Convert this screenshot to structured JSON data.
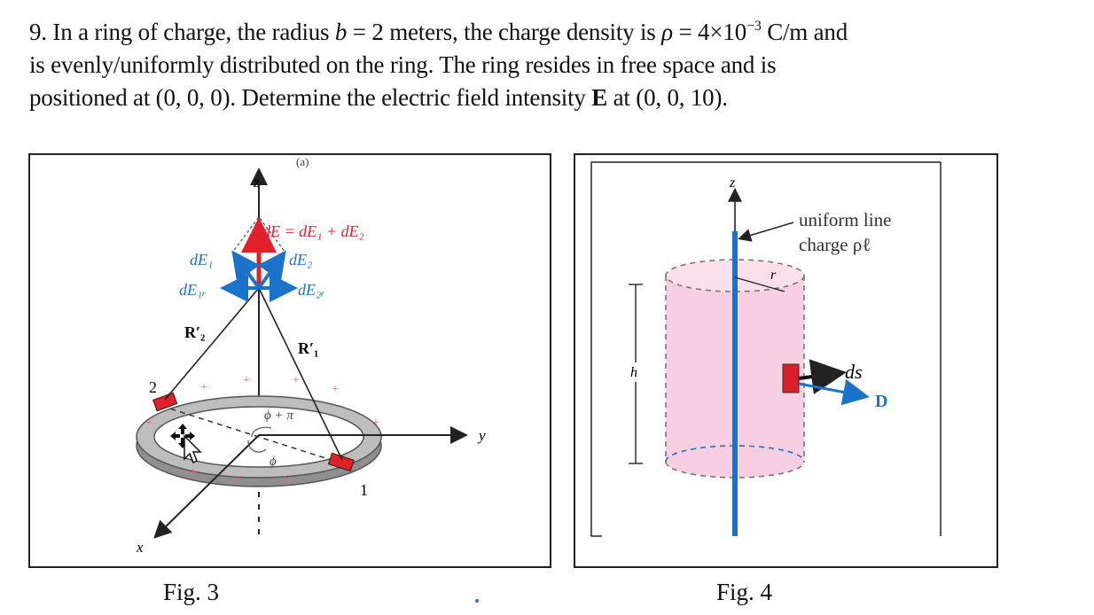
{
  "problem": {
    "number": "9.",
    "line1_a": "In a ring of charge, the radius",
    "radius_symbol": "b",
    "radius_value": "= 2 meters, the charge density is",
    "density_symbol": "ρ",
    "density_value": "= 4×10",
    "density_exp": "−3",
    "density_unit": "C/m and",
    "line2": "is evenly/uniformly distributed on the ring. The ring resides in free space and is",
    "line3_a": "positioned at (0, 0, 0). Determine the electric field intensity",
    "field_symbol": "E",
    "line3_b": "at (0, 0, 10)."
  },
  "fig3": {
    "caption": "Fig. 3",
    "top_label": "(a)",
    "z_label": "z",
    "y_label": "y",
    "x_label": "x",
    "dE_label": "dE = dE₁ + dE₂",
    "dE1_label": "dE₁",
    "dE2_label": "dE₂",
    "dE1r_label": "dE₁ᵣ",
    "dE2r_label": "dE₂ᵣ",
    "R2_label": "R′₂",
    "R1_label": "R′₁",
    "point1_label": "1",
    "point2_label": "2",
    "phi_pi_label": "ϕ + π",
    "phi_label": "ϕ",
    "plus_sign": "+"
  },
  "fig4": {
    "caption": "Fig. 4",
    "z_label": "z",
    "line_charge_label_1": "uniform line",
    "line_charge_label_2": "charge ρℓ",
    "r_label": "r",
    "h_label": "h",
    "ds_label": "ds",
    "D_label": "D"
  },
  "colors": {
    "red": "#e0202a",
    "blue": "#1a73c8",
    "pink": "#f8cfe0",
    "ring_gray": "#a9a9a9"
  }
}
